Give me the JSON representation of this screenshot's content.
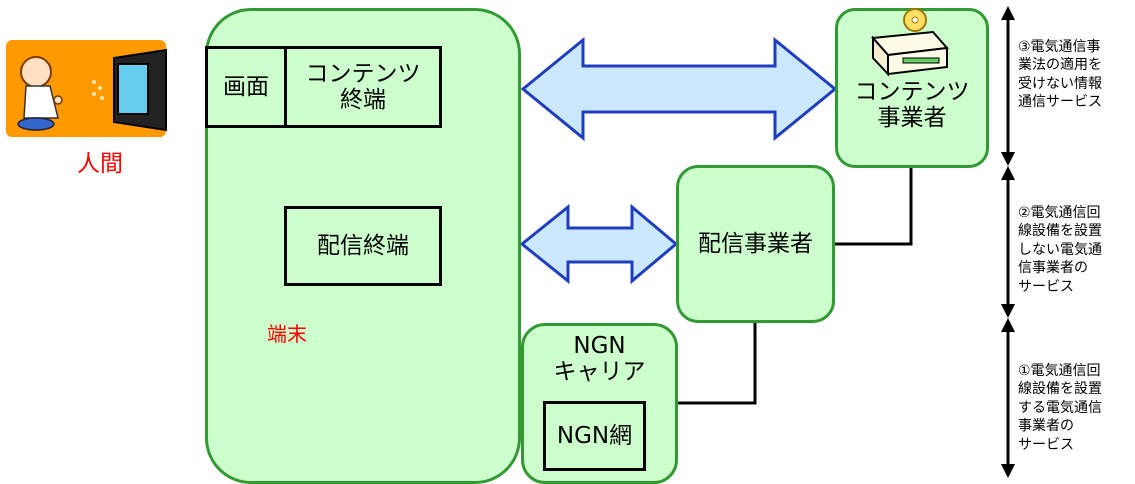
{
  "human_label": "人間",
  "terminal": {
    "label": "端末",
    "screen": "画面",
    "content_terminal": "コンテンツ\n終端",
    "delivery_terminal": "配信終端"
  },
  "content_provider": {
    "label": "コンテンツ\n事業者"
  },
  "delivery_provider": {
    "label": "配信事業者"
  },
  "ngn_carrier": {
    "label": "NGN\nキャリア",
    "network": "NGN網"
  },
  "notes": {
    "n3": "③電気通信事\n業法の適用を\n受けない情報\n通信サービス",
    "n2": "②電気通信回\n線設備を設置\nしない電気通\n信事業者の\nサービス",
    "n1": "①電気通信回\n線設備を設置\nする電気通信\n事業者の\nサービス"
  },
  "colors": {
    "box_fill": "#ccffcc",
    "box_border": "#339933",
    "arrow_fill": "#cce8ff",
    "arrow_border": "#1f3dbf",
    "red_text": "#ff0000",
    "human_bg": "#ff9900"
  }
}
